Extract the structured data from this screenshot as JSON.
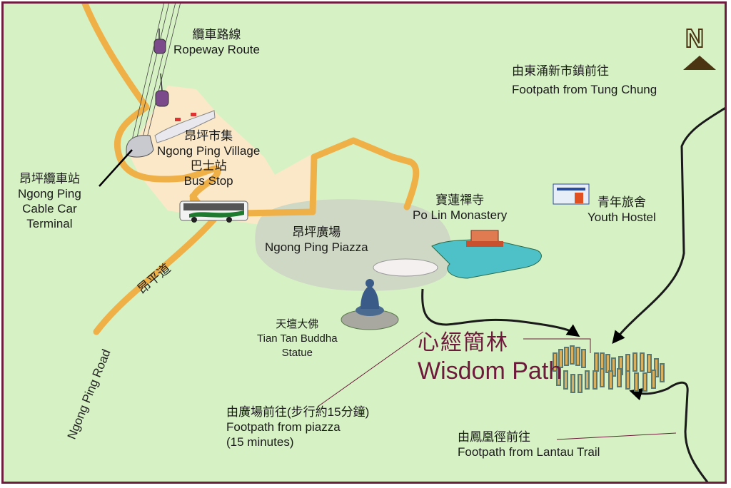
{
  "map": {
    "colors": {
      "background": "#d6f2c4",
      "border": "#6b1e3e",
      "road": "#efb048",
      "village_area": "#fbe8c8",
      "piazza_area": "#cfd8c4",
      "footpath": "#1a1a1a",
      "wisdom_path_text": "#6e1a3c",
      "north_arrow": "#4a3412"
    },
    "compass": {
      "letter": "N",
      "icon": "north-arrow-icon"
    },
    "labels": {
      "ropeway": {
        "zh": "纜車路線",
        "en": "Ropeway Route"
      },
      "village": {
        "zh": "昂坪市集",
        "en": "Ngong Ping Village"
      },
      "bus_stop": {
        "zh": "巴士站",
        "en": "Bus Stop"
      },
      "cable_car_terminal": {
        "zh": "昂坪纜車站",
        "en_line1": "Ngong Ping",
        "en_line2": "Cable Car",
        "en_line3": "Terminal"
      },
      "piazza": {
        "zh": "昂坪廣場",
        "en": "Ngong Ping Piazza"
      },
      "monastery": {
        "zh": "寶蓮禪寺",
        "en": "Po Lin Monastery"
      },
      "youth_hostel": {
        "zh": "青年旅舍",
        "en": "Youth Hostel"
      },
      "tung_chung": {
        "zh": "由東涌新市鎮前往",
        "en": "Footpath from Tung Chung"
      },
      "buddha": {
        "zh": "天壇大佛",
        "en_line1": "Tian Tan Buddha",
        "en_line2": "Statue"
      },
      "wisdom_path": {
        "zh": "心經簡林",
        "en": "Wisdom Path"
      },
      "from_piazza": {
        "zh": "由廣場前往(步行約15分鐘)",
        "en_line1": "Footpath from piazza",
        "en_line2": "(15 minutes)"
      },
      "lantau_trail": {
        "zh": "由鳳凰徑前往",
        "en": "Footpath from Lantau Trail"
      },
      "road_zh": "昂平道",
      "road_en": "Ngong Ping Road"
    }
  }
}
